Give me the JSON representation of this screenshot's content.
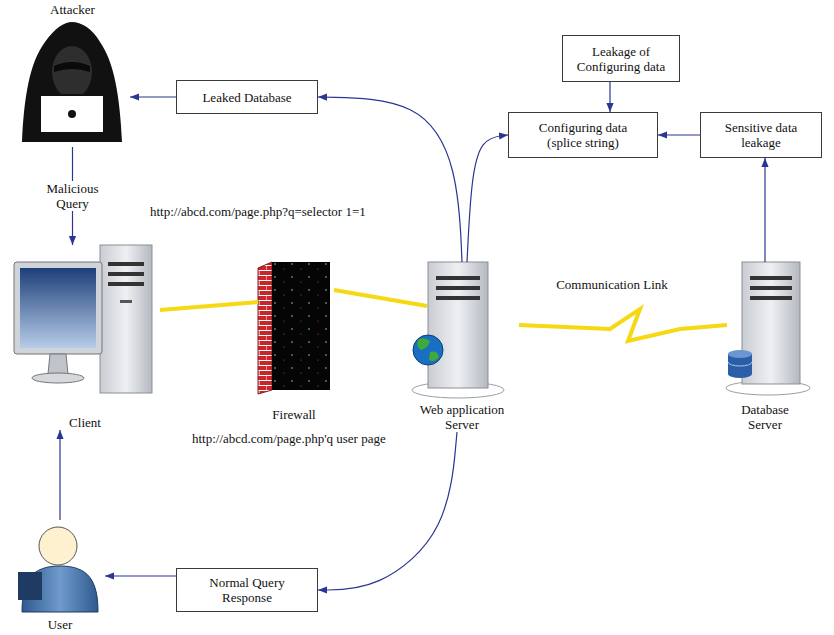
{
  "diagram": {
    "nodes": [
      {
        "text": [
          "Attacker"
        ]
      },
      {
        "text": [
          "Leaked Database"
        ]
      },
      {
        "text": [
          "Leakage of Configuring data"
        ]
      },
      {
        "text": [
          "Configuring data (splice string)"
        ]
      },
      {
        "text": [
          "Sensitive data leakage"
        ]
      },
      {
        "text": [
          "Client"
        ]
      },
      {
        "text": [
          "Firewall"
        ]
      },
      {
        "text": [
          "Web application Server"
        ]
      },
      {
        "text": [
          "Database Server"
        ]
      },
      {
        "text": [
          "Normal Query Response"
        ]
      },
      {
        "text": [
          "User"
        ]
      }
    ],
    "edges": [
      {
        "from": 0,
        "to": 5,
        "arrow": "to",
        "label": "Malicious Query"
      },
      {
        "from": 7,
        "to": 1,
        "arrow": "to"
      },
      {
        "from": 1,
        "to": 0,
        "arrow": "to"
      },
      {
        "from": 7,
        "to": 3,
        "arrow": "to"
      },
      {
        "from": 2,
        "to": 3,
        "arrow": "to"
      },
      {
        "from": 4,
        "to": 3,
        "arrow": "to"
      },
      {
        "from": 8,
        "to": 4,
        "arrow": "to"
      },
      {
        "from": 5,
        "to": 6,
        "arrow": "none"
      },
      {
        "from": 6,
        "to": 7,
        "arrow": "none"
      },
      {
        "from": 7,
        "to": 8,
        "arrow": "none",
        "label": "Communication Link"
      },
      {
        "from": 7,
        "to": 9,
        "arrow": "to"
      },
      {
        "from": 9,
        "to": 10,
        "arrow": "to"
      },
      {
        "from": 10,
        "to": 5,
        "arrow": "to"
      }
    ],
    "labels": [
      "http://abcd.com/page.php?q=selector 1=1",
      "http://abcd.com/page.php'q user page"
    ]
  }
}
